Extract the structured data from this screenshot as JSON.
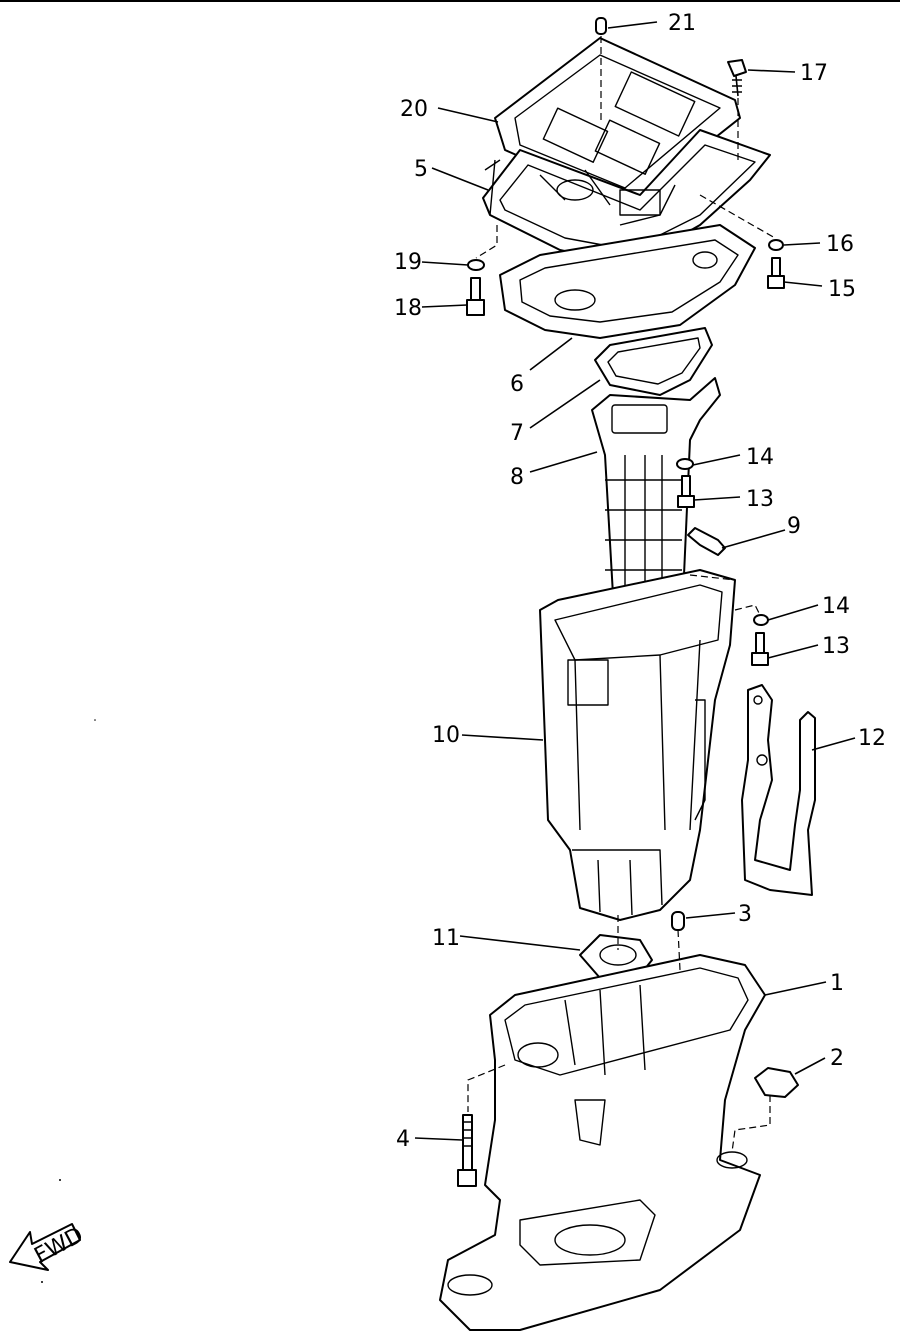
{
  "callouts": [
    "21",
    "17",
    "20",
    "5",
    "16",
    "19",
    "15",
    "18",
    "6",
    "7",
    "14",
    "8",
    "13",
    "9",
    "14",
    "13",
    "10",
    "12",
    "3",
    "11",
    "1",
    "2",
    "4"
  ],
  "fwd_label": "FWD"
}
